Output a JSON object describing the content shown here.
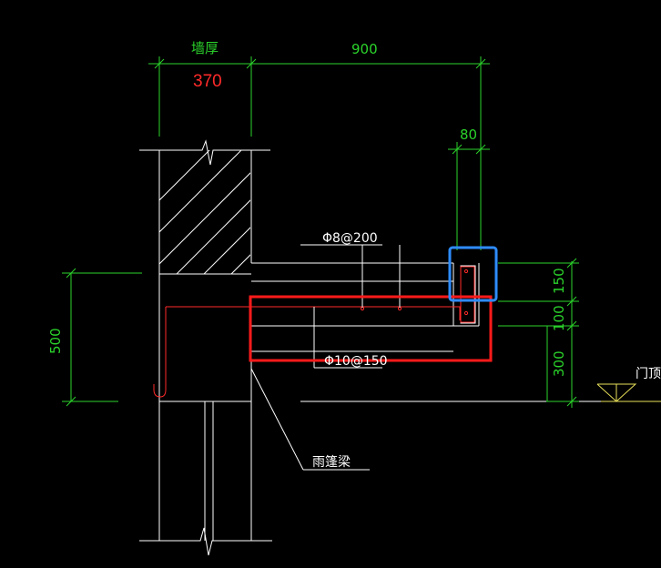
{
  "labels": {
    "wall_thickness": "墙厚",
    "wall_thickness_value": "370",
    "canopy_length": "900",
    "edge_width": "80",
    "top_rebar": "Φ8@200",
    "bottom_rebar": "Φ10@150",
    "canopy_beam": "雨篷梁",
    "wall_height_dim": "500",
    "slab_thickness": "150",
    "gap_dim": "100",
    "height_dim": "300",
    "door_label": "门顶"
  },
  "colors": {
    "background": "#000000",
    "dimension": "#2bd32b",
    "lines": "#ffffff",
    "rebar": "#ff2a2a",
    "red_box": "#ff1a1a",
    "blue_box": "#2e8cff",
    "door_line": "#e8e05a"
  }
}
